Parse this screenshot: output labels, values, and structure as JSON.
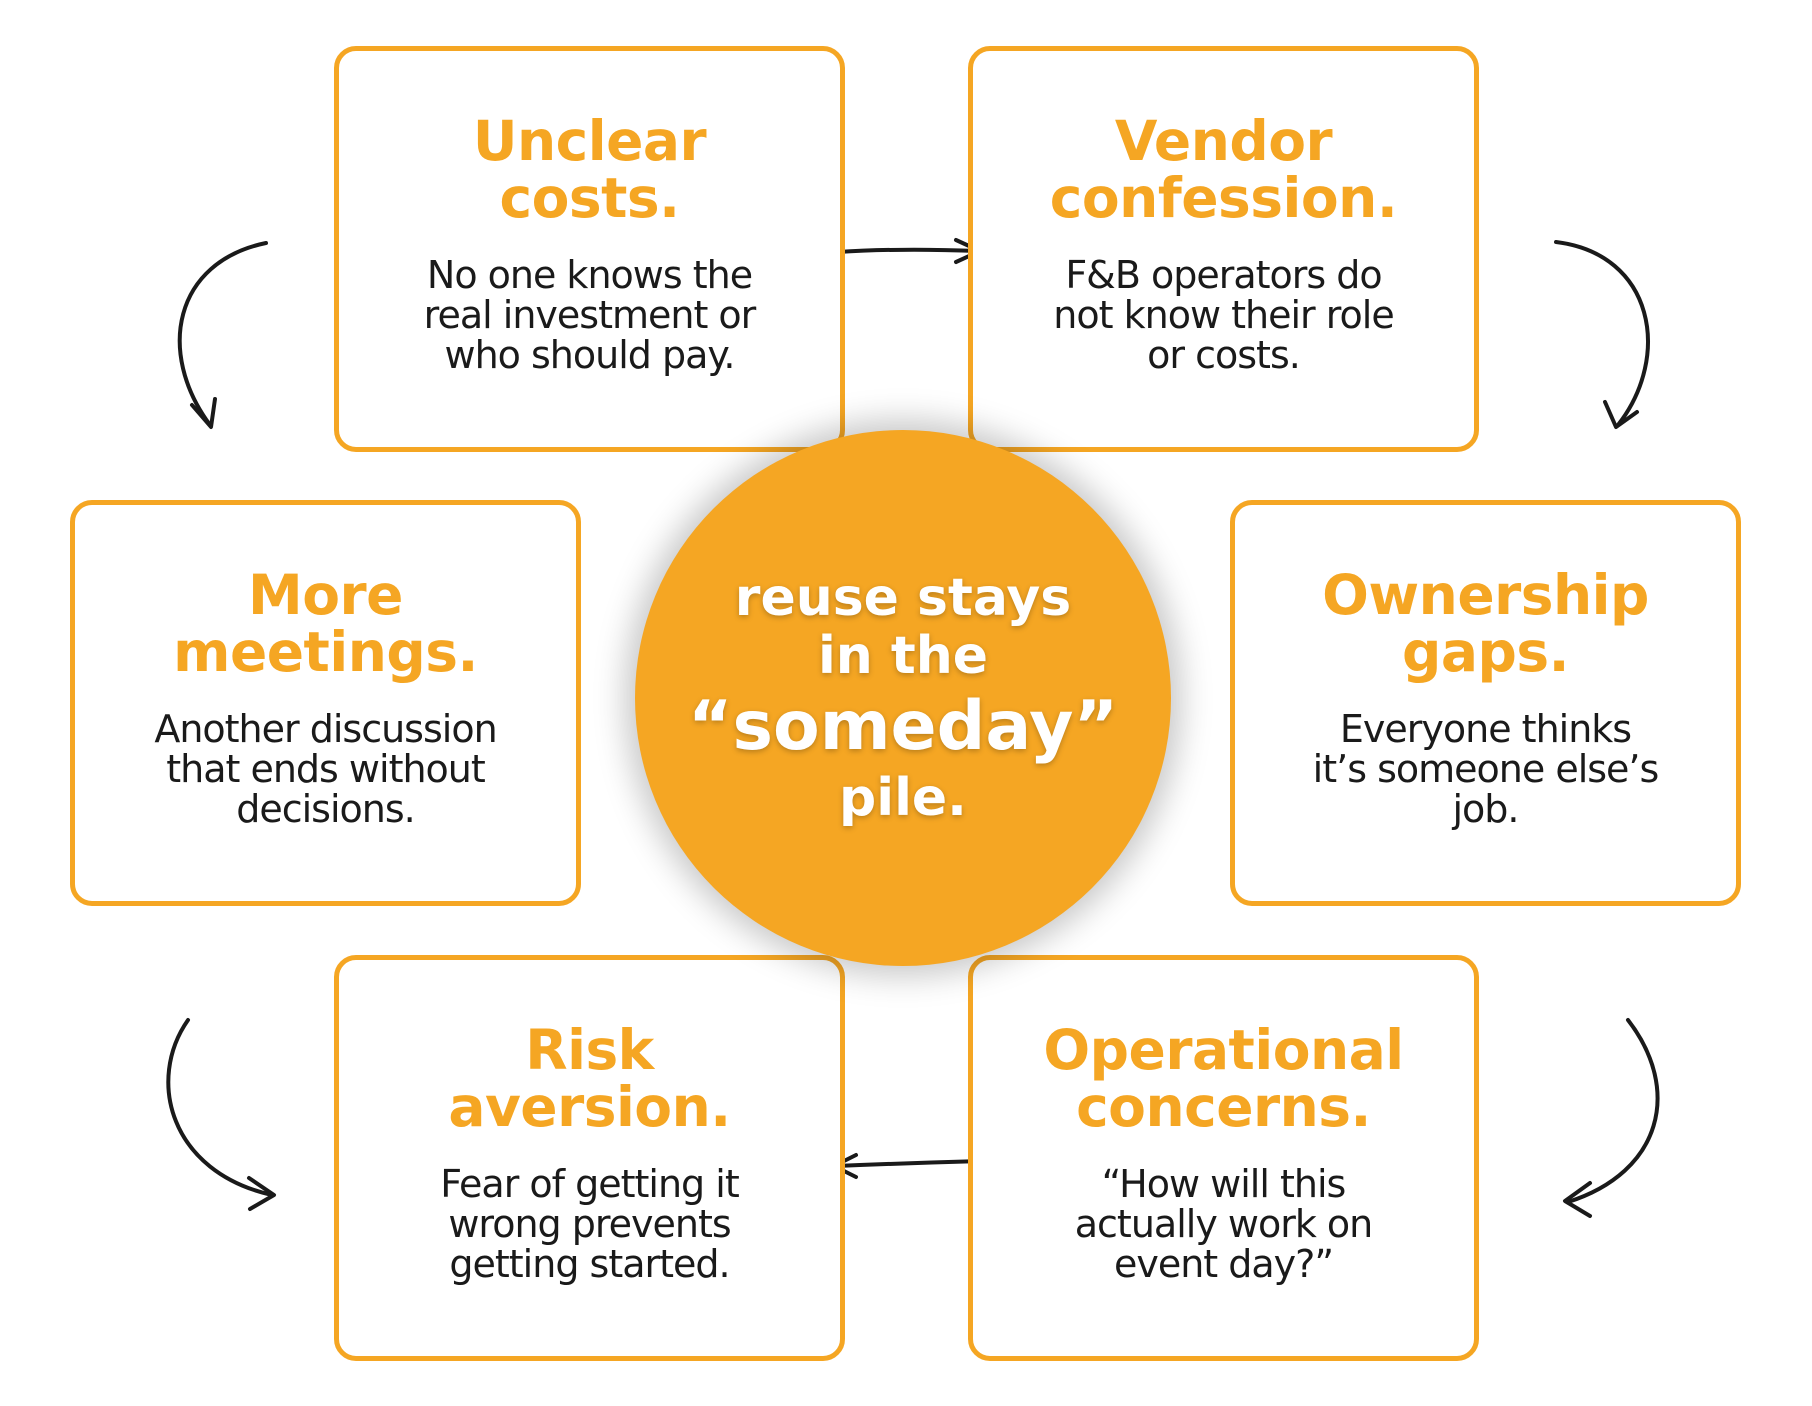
{
  "center": {
    "lines": [
      "reuse stays",
      "in the",
      "“someday”",
      "pile."
    ]
  },
  "boxes": [
    {
      "title": [
        "Unclear",
        "costs."
      ],
      "description": [
        "No one knows the",
        "real investment or",
        "who should pay."
      ]
    },
    {
      "title": [
        "Vendor",
        "confession."
      ],
      "description": [
        "F&B operators do",
        "not know their role",
        "or costs."
      ]
    },
    {
      "title": [
        "Ownership",
        "gaps."
      ],
      "description": [
        "Everyone thinks",
        "it’s someone else’s",
        "job."
      ]
    },
    {
      "title": [
        "Operational",
        "concerns."
      ],
      "description": [
        "“How will this",
        "actually work on",
        "event day?”"
      ]
    },
    {
      "title": [
        "Risk",
        "aversion."
      ],
      "description": [
        "Fear of getting it",
        "wrong prevents",
        "getting started."
      ]
    },
    {
      "title": [
        "More",
        "meetings."
      ],
      "description": [
        "Another discussion",
        "that ends without",
        "decisions."
      ]
    }
  ],
  "colors": {
    "accent": "#F5A623",
    "text": "#1a1a1a",
    "background": "#ffffff",
    "arrow": "#1a1a1a"
  },
  "icons": [
    "arrow-right-icon",
    "arrow-left-icon",
    "curved-arrow-icon"
  ]
}
